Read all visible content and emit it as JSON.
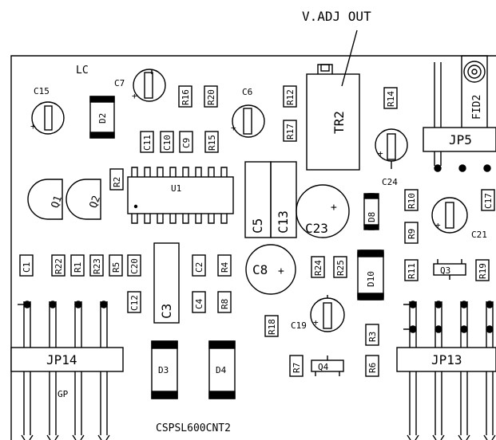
{
  "annotation": {
    "voltage_adjust": "V.ADJ OUT"
  },
  "board": {
    "lc_mark": "LC",
    "gp_mark": "GP",
    "board_name": "CSPSL600CNT2"
  },
  "connectors": {
    "jp5": "JP5",
    "jp13": "JP13",
    "jp14": "JP14"
  },
  "fiducial": "FID2",
  "ic": {
    "u1": "U1"
  },
  "trimmer": {
    "tr2": "TR2"
  },
  "transistors": {
    "q1": "Q1",
    "q2": "Q2",
    "q3": "Q3",
    "q4": "Q4"
  },
  "diodes": {
    "d2": "D2",
    "d3": "D3",
    "d4": "D4",
    "d8": "D8",
    "d10": "D10"
  },
  "electrolytic_caps": {
    "c6": "C6",
    "c7": "C7",
    "c8": "C8",
    "c15": "C15",
    "c19": "C19",
    "c21": "C21",
    "c23": "C23",
    "c24": "C24",
    "plus": "+"
  },
  "capacitors": {
    "c1": "C1",
    "c2": "C2",
    "c3": "C3",
    "c4": "C4",
    "c5": "C5",
    "c9": "C9",
    "c10": "C10",
    "c11": "C11",
    "c12": "C12",
    "c13": "C13",
    "c17": "C17",
    "c20": "C20"
  },
  "resistors": {
    "r1": "R1",
    "r2": "R2",
    "r3": "R3",
    "r4": "R4",
    "r5": "R5",
    "r6": "R6",
    "r7": "R7",
    "r8": "R8",
    "r9": "R9",
    "r10": "R10",
    "r11": "R11",
    "r12": "R12",
    "r14": "R14",
    "r15": "R15",
    "r16": "R16",
    "r17": "R17",
    "r18": "R18",
    "r19": "R19",
    "r20": "R20",
    "r22": "R22",
    "r23": "R23",
    "r24": "R24",
    "r25": "R25"
  }
}
